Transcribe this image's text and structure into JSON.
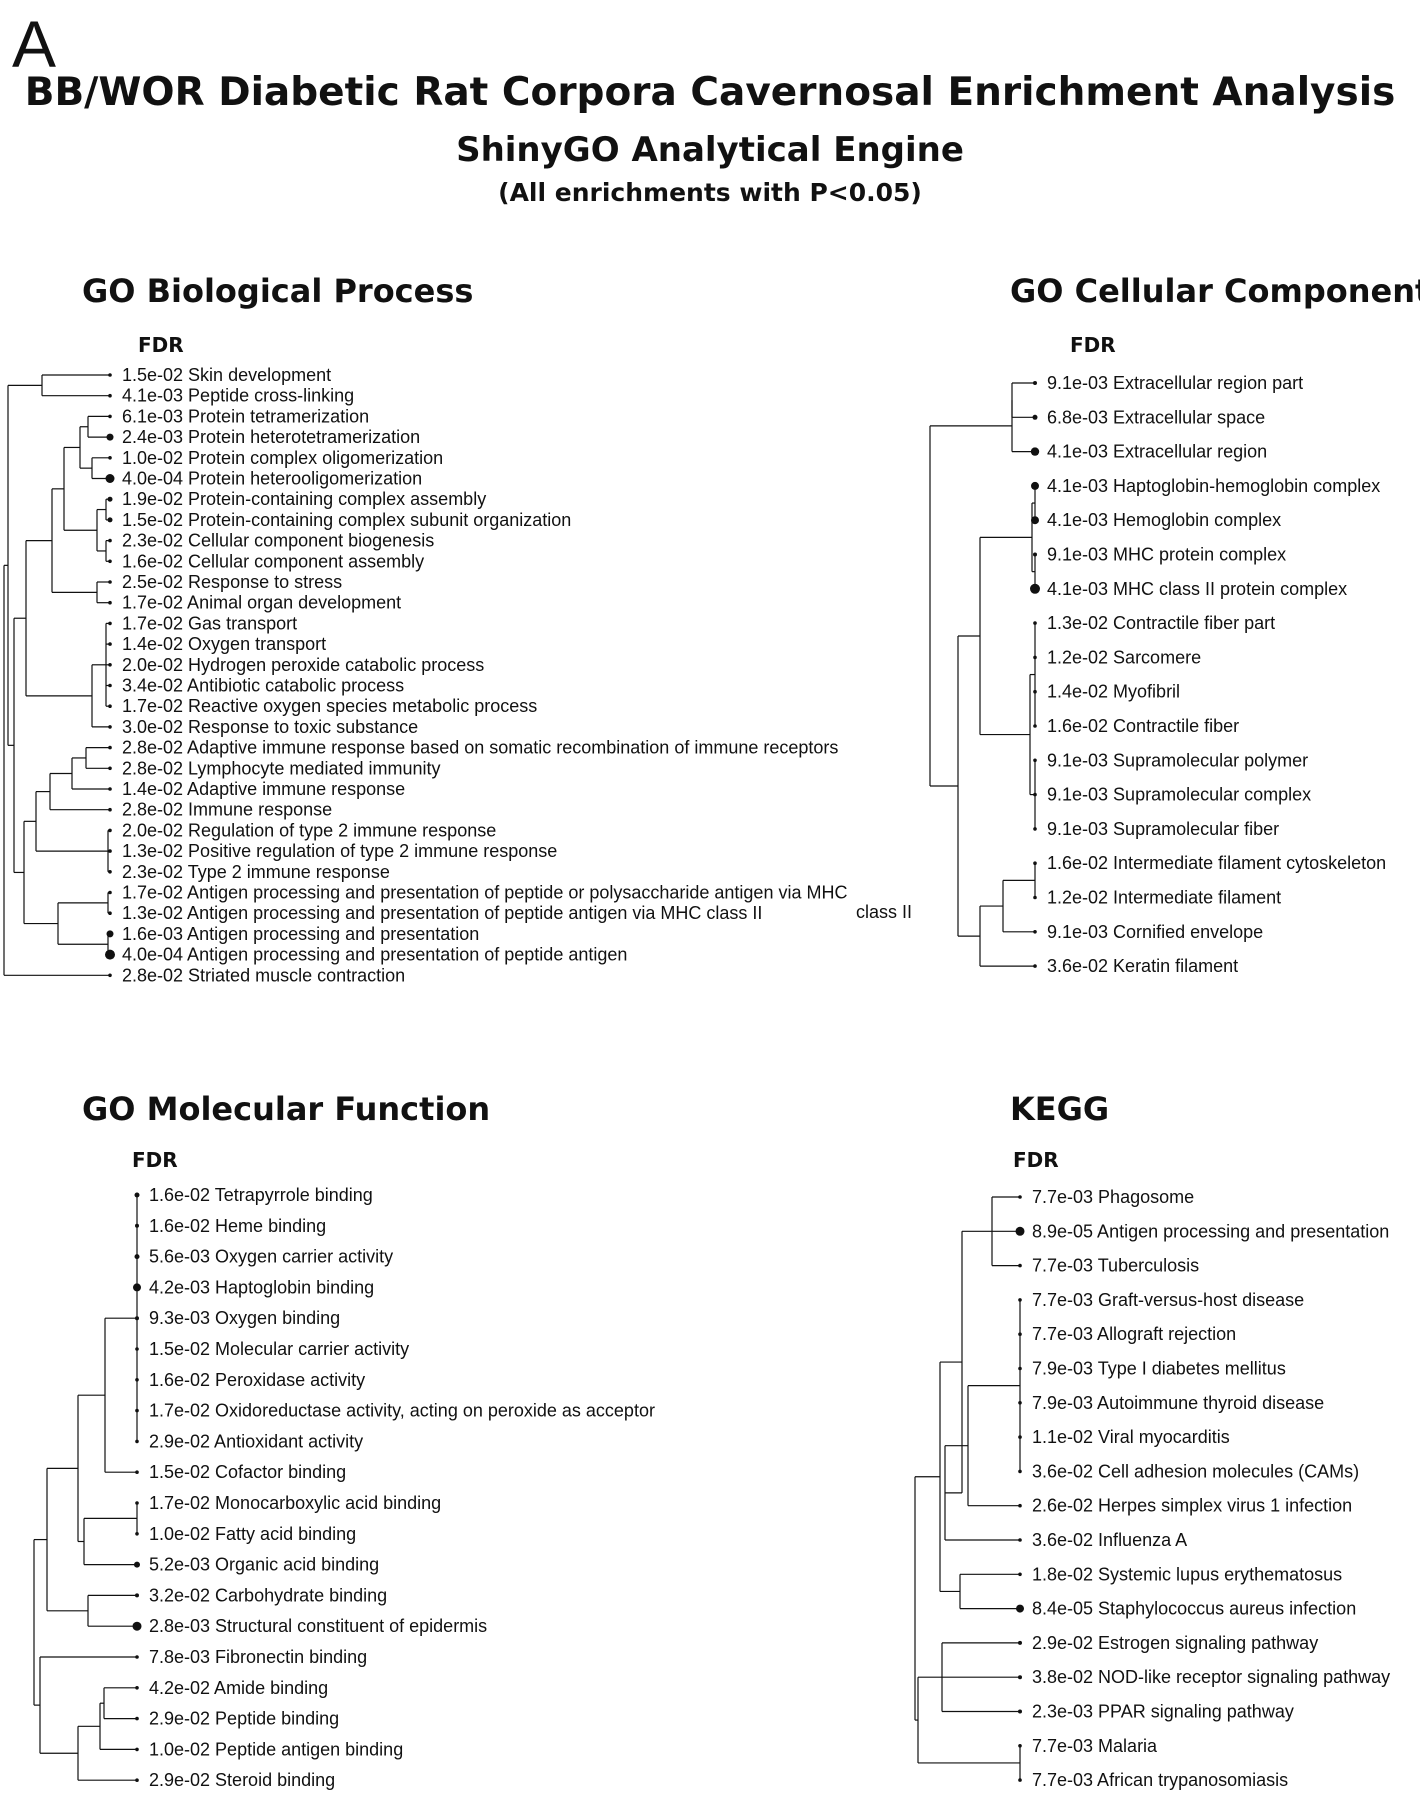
{
  "panel_letter": "A",
  "title": "BB/WOR Diabetic Rat Corpora Cavernosal Enrichment Analysis",
  "subtitle": "ShinyGO Analytical Engine",
  "note": "(All enrichments with  P<0.05)",
  "chart_data": [
    {
      "type": "dendrogram",
      "title": "GO Biological Process",
      "column_label": "FDR",
      "terms": [
        {
          "fdr": "1.5e-02",
          "label": "Skin development"
        },
        {
          "fdr": "4.1e-03",
          "label": "Peptide cross-linking"
        },
        {
          "fdr": "6.1e-03",
          "label": "Protein tetramerization"
        },
        {
          "fdr": "2.4e-03",
          "label": "Protein heterotetramerization"
        },
        {
          "fdr": "1.0e-02",
          "label": "Protein complex oligomerization"
        },
        {
          "fdr": "4.0e-04",
          "label": "Protein heterooligomerization"
        },
        {
          "fdr": "1.9e-02",
          "label": "Protein-containing complex assembly"
        },
        {
          "fdr": "1.5e-02",
          "label": "Protein-containing complex subunit organization"
        },
        {
          "fdr": "2.3e-02",
          "label": "Cellular component biogenesis"
        },
        {
          "fdr": "1.6e-02",
          "label": "Cellular component assembly"
        },
        {
          "fdr": "2.5e-02",
          "label": "Response to stress"
        },
        {
          "fdr": "1.7e-02",
          "label": "Animal organ development"
        },
        {
          "fdr": "1.7e-02",
          "label": "Gas transport"
        },
        {
          "fdr": "1.4e-02",
          "label": "Oxygen transport"
        },
        {
          "fdr": "2.0e-02",
          "label": "Hydrogen peroxide catabolic process"
        },
        {
          "fdr": "3.4e-02",
          "label": "Antibiotic catabolic process"
        },
        {
          "fdr": "1.7e-02",
          "label": "Reactive oxygen species metabolic process"
        },
        {
          "fdr": "3.0e-02",
          "label": "Response to toxic substance"
        },
        {
          "fdr": "2.8e-02",
          "label": "Adaptive immune response based on somatic recombination of immune receptors"
        },
        {
          "fdr": "2.8e-02",
          "label": "Lymphocyte mediated immunity"
        },
        {
          "fdr": "1.4e-02",
          "label": "Adaptive immune response"
        },
        {
          "fdr": "2.8e-02",
          "label": "Immune response"
        },
        {
          "fdr": "2.0e-02",
          "label": "Regulation of type 2 immune response"
        },
        {
          "fdr": "1.3e-02",
          "label": "Positive regulation of type 2 immune response"
        },
        {
          "fdr": "2.3e-02",
          "label": "Type 2 immune response"
        },
        {
          "fdr": "1.7e-02",
          "label": "Antigen processing and presentation of peptide or polysaccharide antigen via MHC"
        },
        {
          "fdr": "1.3e-02",
          "label": "Antigen processing and presentation of peptide antigen via MHC class II"
        },
        {
          "fdr": "1.6e-03",
          "label": "Antigen processing and presentation"
        },
        {
          "fdr": "4.0e-04",
          "label": "Antigen processing and presentation of peptide antigen"
        },
        {
          "fdr": "2.8e-02",
          "label": "Striated muscle contraction"
        }
      ],
      "overflow_text": "class II"
    },
    {
      "type": "dendrogram",
      "title": "GO Cellular Component",
      "column_label": "FDR",
      "terms": [
        {
          "fdr": "9.1e-03",
          "label": "Extracellular region part"
        },
        {
          "fdr": "6.8e-03",
          "label": "Extracellular space"
        },
        {
          "fdr": "4.1e-03",
          "label": "Extracellular region"
        },
        {
          "fdr": "4.1e-03",
          "label": "Haptoglobin-hemoglobin complex"
        },
        {
          "fdr": "4.1e-03",
          "label": "Hemoglobin complex"
        },
        {
          "fdr": "9.1e-03",
          "label": "MHC protein complex"
        },
        {
          "fdr": "4.1e-03",
          "label": "MHC class II protein complex"
        },
        {
          "fdr": "1.3e-02",
          "label": "Contractile fiber part"
        },
        {
          "fdr": "1.2e-02",
          "label": "Sarcomere"
        },
        {
          "fdr": "1.4e-02",
          "label": "Myofibril"
        },
        {
          "fdr": "1.6e-02",
          "label": "Contractile fiber"
        },
        {
          "fdr": "9.1e-03",
          "label": "Supramolecular polymer"
        },
        {
          "fdr": "9.1e-03",
          "label": "Supramolecular complex"
        },
        {
          "fdr": "9.1e-03",
          "label": "Supramolecular fiber"
        },
        {
          "fdr": "1.6e-02",
          "label": "Intermediate filament cytoskeleton"
        },
        {
          "fdr": "1.2e-02",
          "label": "Intermediate filament"
        },
        {
          "fdr": "9.1e-03",
          "label": "Cornified envelope"
        },
        {
          "fdr": "3.6e-02",
          "label": "Keratin filament"
        }
      ]
    },
    {
      "type": "dendrogram",
      "title": "GO Molecular Function",
      "column_label": "FDR",
      "terms": [
        {
          "fdr": "1.6e-02",
          "label": "Tetrapyrrole binding"
        },
        {
          "fdr": "1.6e-02",
          "label": "Heme binding"
        },
        {
          "fdr": "5.6e-03",
          "label": "Oxygen carrier activity"
        },
        {
          "fdr": "4.2e-03",
          "label": "Haptoglobin binding"
        },
        {
          "fdr": "9.3e-03",
          "label": "Oxygen binding"
        },
        {
          "fdr": "1.5e-02",
          "label": "Molecular carrier activity"
        },
        {
          "fdr": "1.6e-02",
          "label": "Peroxidase activity"
        },
        {
          "fdr": "1.7e-02",
          "label": "Oxidoreductase activity, acting on peroxide as acceptor"
        },
        {
          "fdr": "2.9e-02",
          "label": "Antioxidant activity"
        },
        {
          "fdr": "1.5e-02",
          "label": "Cofactor binding"
        },
        {
          "fdr": "1.7e-02",
          "label": "Monocarboxylic acid binding"
        },
        {
          "fdr": "1.0e-02",
          "label": "Fatty acid binding"
        },
        {
          "fdr": "5.2e-03",
          "label": "Organic acid binding"
        },
        {
          "fdr": "3.2e-02",
          "label": "Carbohydrate binding"
        },
        {
          "fdr": "2.8e-03",
          "label": "Structural constituent of epidermis"
        },
        {
          "fdr": "7.8e-03",
          "label": "Fibronectin binding"
        },
        {
          "fdr": "4.2e-02",
          "label": "Amide binding"
        },
        {
          "fdr": "2.9e-02",
          "label": "Peptide binding"
        },
        {
          "fdr": "1.0e-02",
          "label": "Peptide antigen binding"
        },
        {
          "fdr": "2.9e-02",
          "label": "Steroid binding"
        }
      ]
    },
    {
      "type": "dendrogram",
      "title": "KEGG",
      "column_label": "FDR",
      "terms": [
        {
          "fdr": "7.7e-03",
          "label": "Phagosome"
        },
        {
          "fdr": "8.9e-05",
          "label": "Antigen processing and presentation"
        },
        {
          "fdr": "7.7e-03",
          "label": "Tuberculosis"
        },
        {
          "fdr": "7.7e-03",
          "label": "Graft-versus-host disease"
        },
        {
          "fdr": "7.7e-03",
          "label": "Allograft rejection"
        },
        {
          "fdr": "7.9e-03",
          "label": "Type I diabetes mellitus"
        },
        {
          "fdr": "7.9e-03",
          "label": "Autoimmune thyroid disease"
        },
        {
          "fdr": "1.1e-02",
          "label": "Viral myocarditis"
        },
        {
          "fdr": "3.6e-02",
          "label": "Cell adhesion molecules (CAMs)"
        },
        {
          "fdr": "2.6e-02",
          "label": "Herpes simplex virus 1 infection"
        },
        {
          "fdr": "3.6e-02",
          "label": "Influenza A"
        },
        {
          "fdr": "1.8e-02",
          "label": "Systemic lupus erythematosus"
        },
        {
          "fdr": "8.4e-05",
          "label": "Staphylococcus aureus infection"
        },
        {
          "fdr": "2.9e-02",
          "label": "Estrogen signaling pathway"
        },
        {
          "fdr": "3.8e-02",
          "label": "NOD-like receptor signaling pathway"
        },
        {
          "fdr": "2.3e-03",
          "label": "PPAR signaling pathway"
        },
        {
          "fdr": "7.7e-03",
          "label": "Malaria"
        },
        {
          "fdr": "7.7e-03",
          "label": "African trypanosomiasis"
        }
      ]
    }
  ]
}
